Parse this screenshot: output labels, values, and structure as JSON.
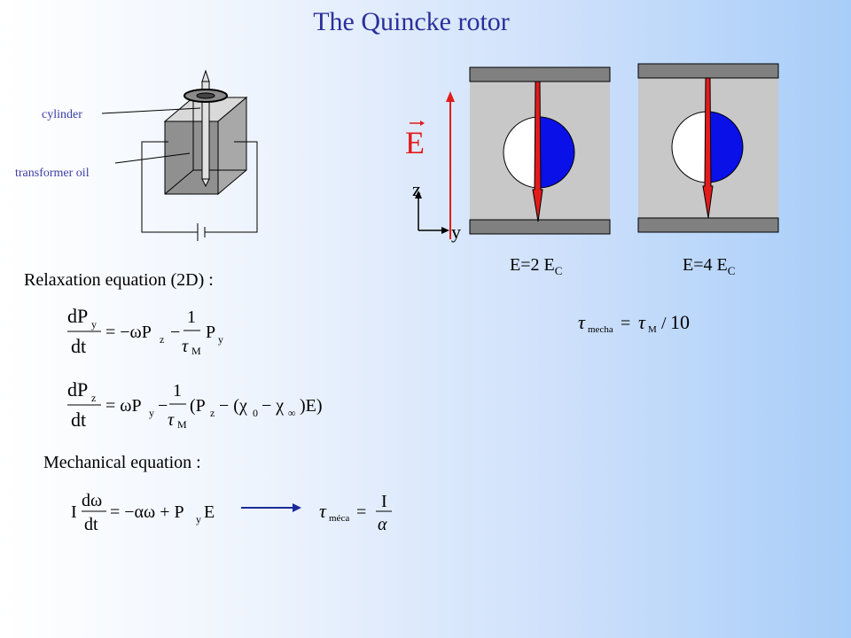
{
  "title": "The Quincke rotor",
  "apparatus": {
    "label_cylinder": "cylinder",
    "label_oil": "transformer oil"
  },
  "field": {
    "vector_label": "E",
    "axis_z": "z",
    "axis_y": "y"
  },
  "cases": [
    {
      "label": "E=2 E",
      "sub": "C"
    },
    {
      "label": "E=4 E",
      "sub": "C"
    }
  ],
  "relaxation": {
    "heading": "Relaxation equation (2D) :"
  },
  "mechanical": {
    "heading": "Mechanical equation :"
  },
  "colors": {
    "title": "#2a2f9a",
    "arrow": "#e21b1b",
    "sphere_blue": "#0a10e8",
    "plate": "#808080",
    "cell": "#c8c8c8"
  }
}
